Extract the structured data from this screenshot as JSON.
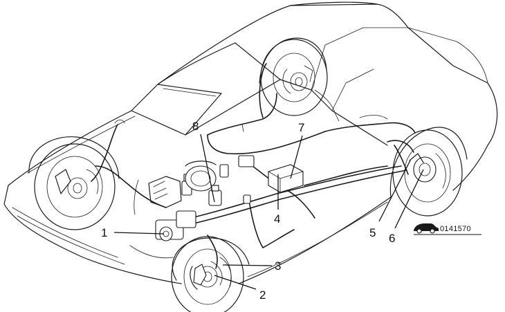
{
  "callouts": [
    {
      "id": "1",
      "label": "1"
    },
    {
      "id": "2",
      "label": "2"
    },
    {
      "id": "3",
      "label": "3"
    },
    {
      "id": "4",
      "label": "4"
    },
    {
      "id": "5",
      "label": "5"
    },
    {
      "id": "6",
      "label": "6"
    },
    {
      "id": "7",
      "label": "7"
    },
    {
      "id": "8",
      "label": "8"
    }
  ],
  "figure_code": "0141570",
  "figure_icon": "car-icon"
}
